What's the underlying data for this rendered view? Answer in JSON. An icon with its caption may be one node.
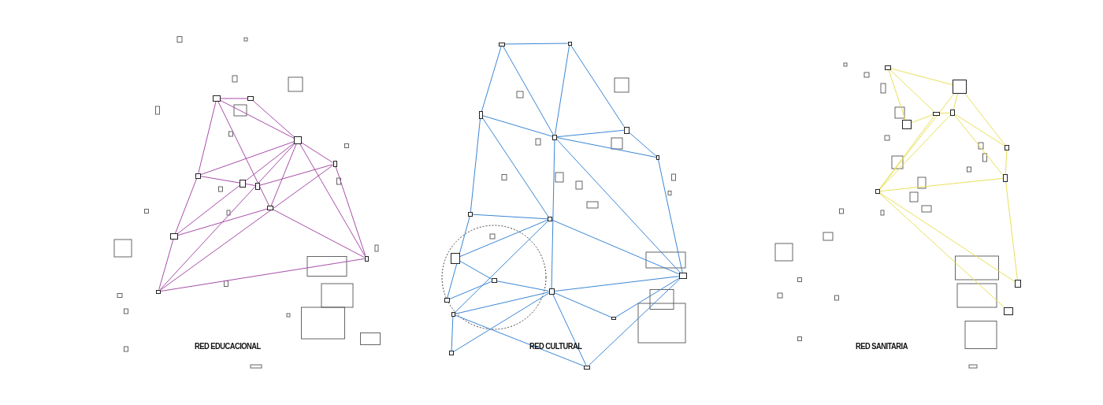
{
  "diagram": {
    "nodes": [
      {
        "text": [],
        "shape": "box"
      },
      {
        "text": [],
        "shape": "box"
      },
      {
        "text": [],
        "shape": "box"
      },
      {
        "text": [],
        "shape": "box"
      },
      {
        "text": [],
        "shape": "box"
      },
      {
        "text": [],
        "shape": "box"
      },
      {
        "text": [],
        "shape": "box"
      },
      {
        "text": [],
        "shape": "box"
      },
      {
        "text": [],
        "shape": "box"
      },
      {
        "text": [],
        "shape": "box"
      },
      {
        "text": [],
        "shape": "box"
      },
      {
        "text": [],
        "shape": "box"
      },
      {
        "text": [],
        "shape": "box"
      },
      {
        "text": [],
        "shape": "box"
      },
      {
        "text": [],
        "shape": "box"
      },
      {
        "text": [],
        "shape": "box"
      },
      {
        "text": [],
        "shape": "box"
      },
      {
        "text": [],
        "shape": "box"
      },
      {
        "text": [],
        "shape": "box"
      },
      {
        "text": [],
        "shape": "box"
      },
      {
        "text": [],
        "shape": "box"
      },
      {
        "text": [],
        "shape": "box"
      },
      {
        "text": [],
        "shape": "box"
      },
      {
        "text": [],
        "shape": "box"
      },
      {
        "text": [],
        "shape": "box"
      },
      {
        "text": [],
        "shape": "box"
      },
      {
        "text": [],
        "shape": "box"
      },
      {
        "text": [],
        "shape": "box"
      },
      {
        "text": [],
        "shape": "box"
      },
      {
        "text": [],
        "shape": "box"
      },
      {
        "text": [],
        "shape": "box"
      },
      {
        "text": [],
        "shape": "box"
      },
      {
        "text": [],
        "shape": "box"
      },
      {
        "text": [],
        "shape": "box"
      },
      {
        "text": [],
        "shape": "box"
      },
      {
        "text": [],
        "shape": "box"
      },
      {
        "text": [],
        "shape": "box"
      },
      {
        "text": [],
        "shape": "box"
      }
    ],
    "edges": [
      {
        "from": 0,
        "to": 1,
        "arrow": "none",
        "color": "#a74ea8"
      },
      {
        "from": 0,
        "to": 3,
        "arrow": "none",
        "color": "#a74ea8"
      },
      {
        "from": 1,
        "to": 3,
        "arrow": "none",
        "color": "#a74ea8"
      },
      {
        "from": 0,
        "to": 2,
        "arrow": "none",
        "color": "#a74ea8"
      },
      {
        "from": 0,
        "to": 7,
        "arrow": "none",
        "color": "#a74ea8"
      },
      {
        "from": 3,
        "to": 2,
        "arrow": "none",
        "color": "#a74ea8"
      },
      {
        "from": 3,
        "to": 6,
        "arrow": "none",
        "color": "#a74ea8"
      },
      {
        "from": 3,
        "to": 9,
        "arrow": "none",
        "color": "#a74ea8"
      },
      {
        "from": 3,
        "to": 8,
        "arrow": "none",
        "color": "#a74ea8"
      },
      {
        "from": 3,
        "to": 10,
        "arrow": "none",
        "color": "#a74ea8"
      },
      {
        "from": 3,
        "to": 7,
        "arrow": "none",
        "color": "#a74ea8"
      },
      {
        "from": 2,
        "to": 5,
        "arrow": "none",
        "color": "#a74ea8"
      },
      {
        "from": 6,
        "to": 5,
        "arrow": "none",
        "color": "#a74ea8"
      },
      {
        "from": 6,
        "to": 10,
        "arrow": "none",
        "color": "#a74ea8"
      },
      {
        "from": 8,
        "to": 7,
        "arrow": "none",
        "color": "#a74ea8"
      },
      {
        "from": 7,
        "to": 9,
        "arrow": "none",
        "color": "#a74ea8"
      },
      {
        "from": 6,
        "to": 9,
        "arrow": "none",
        "color": "#a74ea8"
      },
      {
        "from": 10,
        "to": 9,
        "arrow": "none",
        "color": "#a74ea8"
      },
      {
        "from": 8,
        "to": 10,
        "arrow": "none",
        "color": "#a74ea8"
      },
      {
        "from": 2,
        "to": 8,
        "arrow": "none",
        "color": "#a74ea8"
      },
      {
        "from": 11,
        "to": 12,
        "arrow": "none"
      },
      {
        "from": 11,
        "to": 13,
        "arrow": "none"
      },
      {
        "from": 11,
        "to": 15,
        "arrow": "none"
      },
      {
        "from": 12,
        "to": 15,
        "arrow": "none"
      },
      {
        "from": 12,
        "to": 14,
        "arrow": "none"
      },
      {
        "from": 14,
        "to": 16,
        "arrow": "none"
      },
      {
        "from": 13,
        "to": 15,
        "arrow": "none"
      },
      {
        "from": 13,
        "to": 18,
        "arrow": "none"
      },
      {
        "from": 15,
        "to": 14,
        "arrow": "none"
      },
      {
        "from": 15,
        "to": 16,
        "arrow": "none"
      },
      {
        "from": 15,
        "to": 20,
        "arrow": "none"
      },
      {
        "from": 15,
        "to": 22,
        "arrow": "none"
      },
      {
        "from": 13,
        "to": 17,
        "arrow": "none"
      },
      {
        "from": 17,
        "to": 18,
        "arrow": "none"
      },
      {
        "from": 16,
        "to": 20,
        "arrow": "none"
      },
      {
        "from": 18,
        "to": 20,
        "arrow": "none"
      },
      {
        "from": 18,
        "to": 19,
        "arrow": "none"
      },
      {
        "from": 18,
        "to": 24,
        "arrow": "none"
      },
      {
        "from": 19,
        "to": 21,
        "arrow": "none"
      },
      {
        "from": 21,
        "to": 22,
        "arrow": "none"
      },
      {
        "from": 22,
        "to": 20,
        "arrow": "none"
      },
      {
        "from": 22,
        "to": 25,
        "arrow": "none"
      },
      {
        "from": 22,
        "to": 27,
        "arrow": "none"
      },
      {
        "from": 22,
        "to": 24,
        "arrow": "none"
      },
      {
        "from": 23,
        "to": 21,
        "arrow": "none"
      },
      {
        "from": 24,
        "to": 27,
        "arrow": "none"
      },
      {
        "from": 26,
        "to": 22,
        "arrow": "none"
      },
      {
        "from": 25,
        "to": 20,
        "arrow": "none"
      },
      {
        "from": 27,
        "to": 20,
        "arrow": "none"
      },
      {
        "from": 26,
        "to": 24,
        "arrow": "none"
      },
      {
        "from": 17,
        "to": 23,
        "arrow": "none"
      },
      {
        "from": 28,
        "to": 29,
        "arrow": "none",
        "color": "#e8e05a"
      },
      {
        "from": 28,
        "to": 30,
        "arrow": "none",
        "color": "#e8e05a"
      },
      {
        "from": 28,
        "to": 32,
        "arrow": "none",
        "color": "#e8e05a"
      },
      {
        "from": 30,
        "to": 31,
        "arrow": "none",
        "color": "#e8e05a"
      },
      {
        "from": 32,
        "to": 30,
        "arrow": "none",
        "color": "#e8e05a"
      },
      {
        "from": 29,
        "to": 31,
        "arrow": "none",
        "color": "#e8e05a"
      },
      {
        "from": 29,
        "to": 33,
        "arrow": "none",
        "color": "#e8e05a"
      },
      {
        "from": 29,
        "to": 35,
        "arrow": "none",
        "color": "#e8e05a"
      },
      {
        "from": 31,
        "to": 35,
        "arrow": "none",
        "color": "#e8e05a"
      },
      {
        "from": 30,
        "to": 35,
        "arrow": "none",
        "color": "#e8e05a"
      },
      {
        "from": 31,
        "to": 34,
        "arrow": "none",
        "color": "#e8e05a"
      },
      {
        "from": 31,
        "to": 33,
        "arrow": "none",
        "color": "#e8e05a"
      },
      {
        "from": 33,
        "to": 34,
        "arrow": "none",
        "color": "#e8e05a"
      },
      {
        "from": 35,
        "to": 34,
        "arrow": "none",
        "color": "#e8e05a"
      },
      {
        "from": 34,
        "to": 36,
        "arrow": "none",
        "color": "#e8e05a"
      },
      {
        "from": 35,
        "to": 36,
        "arrow": "none",
        "color": "#e8e05a"
      },
      {
        "from": 35,
        "to": 37,
        "arrow": "none",
        "color": "#e8e05a"
      }
    ],
    "labels": [
      "RED EDUCACIONAL",
      "RED CULTURAL",
      "RED SANITARIA"
    ]
  }
}
